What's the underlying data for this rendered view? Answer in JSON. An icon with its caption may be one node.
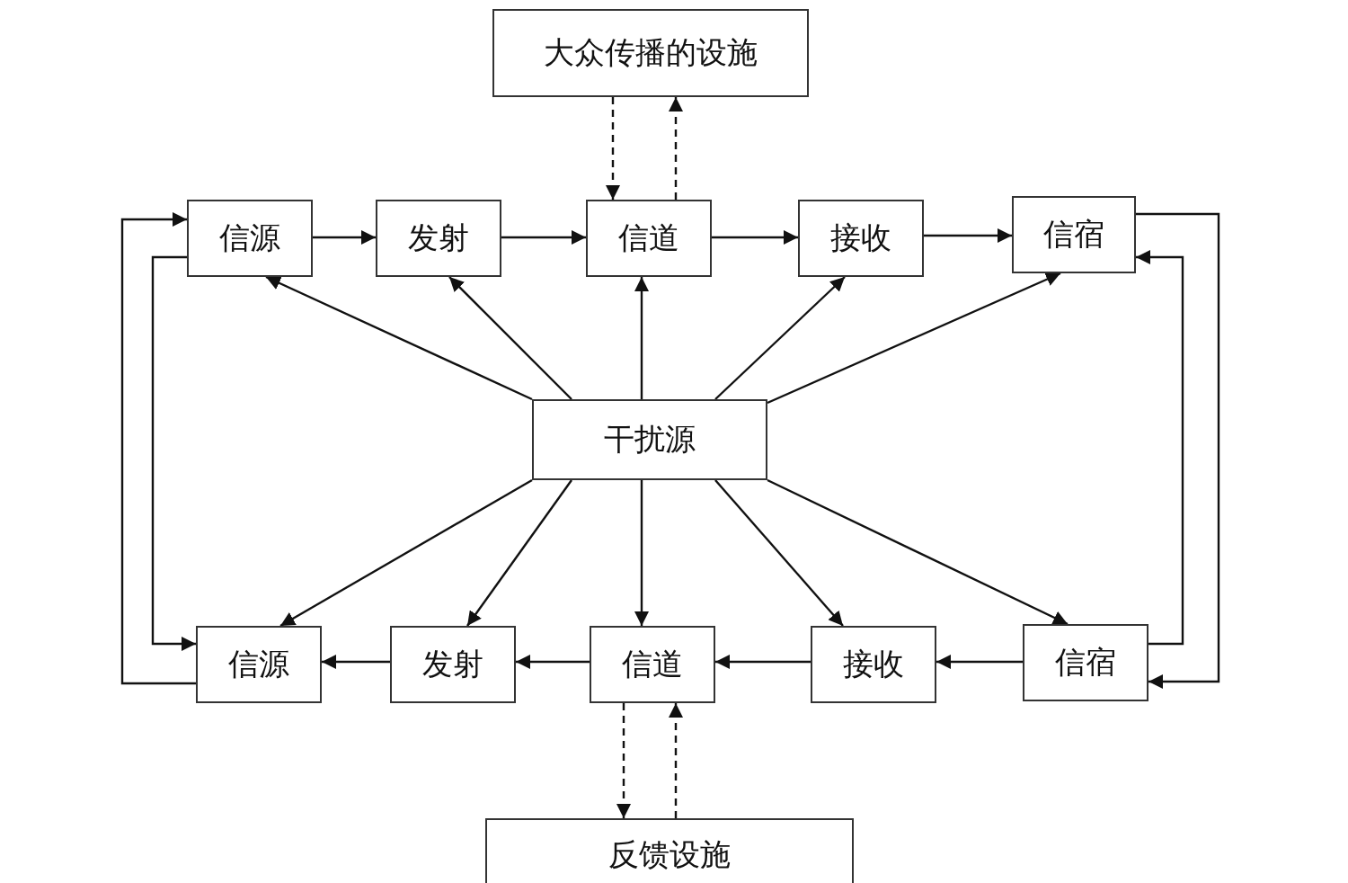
{
  "diagram": {
    "nodes": [
      {
        "text": [
          "大众传播的设施"
        ]
      },
      {
        "text": [
          "信源"
        ]
      },
      {
        "text": [
          "发射"
        ]
      },
      {
        "text": [
          "信道"
        ]
      },
      {
        "text": [
          "接收"
        ]
      },
      {
        "text": [
          "信宿"
        ]
      },
      {
        "text": [
          "干扰源"
        ]
      },
      {
        "text": [
          "信源"
        ]
      },
      {
        "text": [
          "发射"
        ]
      },
      {
        "text": [
          "信道"
        ]
      },
      {
        "text": [
          "接收"
        ]
      },
      {
        "text": [
          "信宿"
        ]
      },
      {
        "text": [
          "反馈设施"
        ]
      }
    ],
    "edges": [
      {
        "from": 0,
        "to": 3,
        "arrow": "to",
        "style": "dashed"
      },
      {
        "from": 3,
        "to": 0,
        "arrow": "to",
        "style": "dashed"
      },
      {
        "from": 1,
        "to": 2,
        "arrow": "to"
      },
      {
        "from": 2,
        "to": 3,
        "arrow": "to"
      },
      {
        "from": 3,
        "to": 4,
        "arrow": "to"
      },
      {
        "from": 4,
        "to": 5,
        "arrow": "to"
      },
      {
        "from": 6,
        "to": 1,
        "arrow": "to"
      },
      {
        "from": 6,
        "to": 2,
        "arrow": "to"
      },
      {
        "from": 6,
        "to": 3,
        "arrow": "to"
      },
      {
        "from": 6,
        "to": 4,
        "arrow": "to"
      },
      {
        "from": 6,
        "to": 5,
        "arrow": "to"
      },
      {
        "from": 6,
        "to": 7,
        "arrow": "to"
      },
      {
        "from": 6,
        "to": 8,
        "arrow": "to"
      },
      {
        "from": 6,
        "to": 9,
        "arrow": "to"
      },
      {
        "from": 6,
        "to": 10,
        "arrow": "to"
      },
      {
        "from": 6,
        "to": 11,
        "arrow": "to"
      },
      {
        "from": 11,
        "to": 10,
        "arrow": "to"
      },
      {
        "from": 10,
        "to": 9,
        "arrow": "to"
      },
      {
        "from": 9,
        "to": 8,
        "arrow": "to"
      },
      {
        "from": 8,
        "to": 7,
        "arrow": "to"
      },
      {
        "from": 9,
        "to": 12,
        "arrow": "to",
        "style": "dashed"
      },
      {
        "from": 12,
        "to": 9,
        "arrow": "to",
        "style": "dashed"
      },
      {
        "from": 1,
        "to": 7,
        "arrow": "to"
      },
      {
        "from": 7,
        "to": 1,
        "arrow": "to"
      },
      {
        "from": 5,
        "to": 11,
        "arrow": "to"
      },
      {
        "from": 11,
        "to": 5,
        "arrow": "to"
      }
    ]
  }
}
